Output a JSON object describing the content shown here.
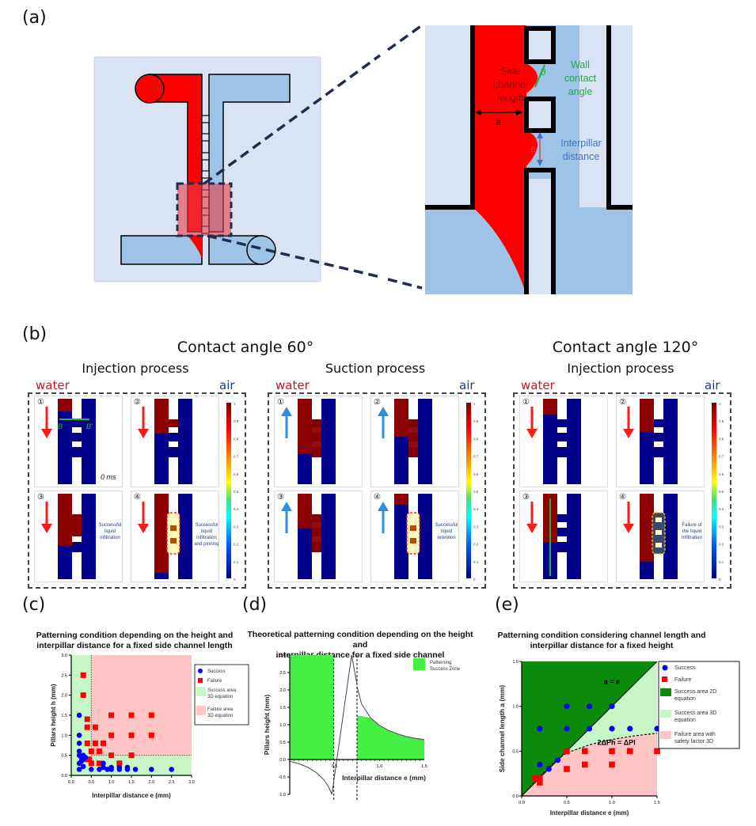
{
  "panels": {
    "a": {
      "label": "(a)",
      "zoom_labels": {
        "side_channel": [
          "Side",
          "channel",
          "length"
        ],
        "a_symbol": "a",
        "theta_symbol": "θ",
        "wall_contact": [
          "Wall",
          "contact",
          "angle"
        ],
        "e_symbol": "e",
        "interpillar": [
          "Interpillar",
          "distance"
        ]
      },
      "colors": {
        "liquid": "#ff0000",
        "channel": "#9dc3e6",
        "background": "#dae3f3",
        "wall_angle": "#22aa44",
        "interpillar": "#4472c4"
      }
    },
    "b": {
      "label": "(b)",
      "group_titles": [
        "Contact angle 60°",
        "Contact angle 120°"
      ],
      "blocks": [
        {
          "process": "Injection process",
          "left": "water",
          "right": "air",
          "arrow": "down",
          "frames": [
            {
              "num": "①",
              "note": "",
              "time": "0 ms",
              "line_labels": [
                "B",
                "B'"
              ]
            },
            {
              "num": "②",
              "note": ""
            },
            {
              "num": "③",
              "note": "Successful liquid infiltration"
            },
            {
              "num": "④",
              "note": "Successful liquid infiltration and pinning"
            }
          ]
        },
        {
          "process": "Suction process",
          "left": "water",
          "right": "air",
          "arrow": "up",
          "frames": [
            {
              "num": "①",
              "note": ""
            },
            {
              "num": "②",
              "note": ""
            },
            {
              "num": "③",
              "note": ""
            },
            {
              "num": "④",
              "note": "Successful liquid retention"
            }
          ]
        },
        {
          "process": "Injection process",
          "left": "water",
          "right": "air",
          "arrow": "down",
          "frames": [
            {
              "num": "①",
              "note": ""
            },
            {
              "num": "②",
              "note": ""
            },
            {
              "num": "③",
              "note": ""
            },
            {
              "num": "④",
              "note": "Failure of the liquid infiltration"
            }
          ]
        }
      ],
      "colorbar_ticks": [
        "1",
        "0.9",
        "0.8",
        "0.7",
        "0.6",
        "0.5",
        "0.4",
        "0.3",
        "0.2",
        "0.1",
        "0"
      ]
    },
    "c": {
      "label": "(c)"
    },
    "d": {
      "label": "(d)"
    },
    "e": {
      "label": "(e)"
    }
  },
  "chart_data": [
    {
      "id": "c",
      "type": "scatter",
      "title": "Patterning condition depending on the height and interpillar distance for a fixed side channel length",
      "title_lines": [
        "Patterning condition depending on the height and",
        "interpillar distance for a fixed side channel length"
      ],
      "xlabel": "Interpillar distance e (mm)",
      "ylabel": "Pillars height h (mm)",
      "xlim": [
        0,
        3
      ],
      "ylim": [
        0,
        3
      ],
      "xticks": [
        "0.0",
        "0.5",
        "1.0",
        "1.5",
        "2.0",
        "2.5",
        "3.0"
      ],
      "yticks": [
        "0.0",
        "0.5",
        "1.0",
        "1.5",
        "2.0",
        "2.5",
        "3.0"
      ],
      "regions": [
        {
          "name": "Success area 3D equation",
          "color": "#c6f5c6",
          "description": "e < 0.5 or h < 0.5"
        },
        {
          "name": "Failure area 3D equation",
          "color": "#ffc4c4",
          "description": "e >= 0.5 and h >= 0.5"
        }
      ],
      "thresholds": {
        "e": 0.5,
        "h": 0.5
      },
      "legend_position": "right",
      "series": [
        {
          "name": "Success",
          "marker": "circle",
          "color": "#0000ff",
          "points": [
            [
              0.2,
              1.5
            ],
            [
              0.2,
              1.0
            ],
            [
              0.2,
              0.8
            ],
            [
              0.2,
              0.6
            ],
            [
              0.2,
              0.5
            ],
            [
              0.2,
              0.3
            ],
            [
              0.2,
              0.15
            ],
            [
              0.25,
              0.45
            ],
            [
              0.25,
              0.35
            ],
            [
              0.3,
              0.5
            ],
            [
              0.3,
              0.4
            ],
            [
              0.3,
              0.22
            ],
            [
              0.35,
              0.45
            ],
            [
              0.5,
              0.15
            ],
            [
              0.7,
              0.15
            ],
            [
              0.8,
              0.3
            ],
            [
              0.8,
              0.2
            ],
            [
              0.9,
              0.15
            ],
            [
              1.0,
              0.2
            ],
            [
              1.0,
              0.15
            ],
            [
              1.2,
              0.2
            ],
            [
              1.2,
              0.15
            ],
            [
              1.4,
              0.2
            ],
            [
              1.4,
              0.15
            ],
            [
              1.6,
              0.15
            ],
            [
              2.0,
              0.15
            ],
            [
              2.5,
              0.15
            ]
          ]
        },
        {
          "name": "Failure",
          "marker": "square",
          "color": "#ff0000",
          "points": [
            [
              0.3,
              2.5
            ],
            [
              0.3,
              2.0
            ],
            [
              0.4,
              1.4
            ],
            [
              0.4,
              1.2
            ],
            [
              0.4,
              0.8
            ],
            [
              0.4,
              0.4
            ],
            [
              0.45,
              0.4
            ],
            [
              0.5,
              0.6
            ],
            [
              0.5,
              0.3
            ],
            [
              0.6,
              1.2
            ],
            [
              0.6,
              0.8
            ],
            [
              0.7,
              0.6
            ],
            [
              0.7,
              0.3
            ],
            [
              0.8,
              0.8
            ],
            [
              1.0,
              1.5
            ],
            [
              1.0,
              1.0
            ],
            [
              1.0,
              0.5
            ],
            [
              1.2,
              0.3
            ],
            [
              1.5,
              1.5
            ],
            [
              1.5,
              1.0
            ],
            [
              1.5,
              0.5
            ],
            [
              2.0,
              1.5
            ],
            [
              2.0,
              1.0
            ]
          ]
        }
      ],
      "legend": [
        {
          "label": "Success",
          "kind": "circle",
          "color": "#0000ff"
        },
        {
          "label": "Failure",
          "kind": "square",
          "color": "#ff0000"
        },
        {
          "label": "Success area 3D equation",
          "kind": "area",
          "color": "#c6f5c6"
        },
        {
          "label": "Failure area 3D equation",
          "kind": "area",
          "color": "#ffc4c4"
        }
      ]
    },
    {
      "id": "d",
      "type": "line",
      "title": "Theoretical patterning condition depending on the height and interpillar distance for a fixed side channel",
      "title_lines": [
        "Theoretical patterning condition depending on the height and",
        "interpillar distance for a fixed side channel"
      ],
      "xlabel": "Interpillar distance e (mm)",
      "ylabel": "Pillars height  (mm)",
      "xlim": [
        0,
        1.5
      ],
      "ylim": [
        -1,
        3
      ],
      "xticks": [
        "0.5",
        "1.0",
        "1.5"
      ],
      "yticks": [
        "-1.0",
        "-0.5",
        "0.0",
        "0.5",
        "1.0",
        "1.5",
        "2.0",
        "2.5",
        "3.0"
      ],
      "asymptotes_x": [
        0.49,
        0.75
      ],
      "zones": [
        {
          "name": "Patterning Success Zone",
          "color": "#44f044",
          "from_x": 0,
          "to_x": 0.49,
          "y_top": 3.0
        },
        {
          "name": "Patterning Success Zone",
          "color": "#44f044",
          "from_x": 0.75,
          "to_x": 1.5,
          "y_top_at_start": 1.27,
          "follows_curve": true
        }
      ],
      "curve_left": {
        "x": [
          0.0,
          0.1,
          0.2,
          0.3,
          0.38,
          0.43,
          0.47
        ],
        "y": [
          -0.05,
          -0.12,
          -0.22,
          -0.38,
          -0.58,
          -0.77,
          -1.0
        ]
      },
      "curve_mid": {
        "x": [
          0.47,
          0.69,
          0.75
        ],
        "y": [
          -1.0,
          3.0,
          2.15
        ]
      },
      "curve_right": {
        "x": [
          0.75,
          0.8,
          0.9,
          1.0,
          1.1,
          1.2,
          1.3,
          1.4,
          1.5
        ],
        "y": [
          2.1,
          1.6,
          1.2,
          0.98,
          0.84,
          0.74,
          0.66,
          0.61,
          0.57
        ]
      },
      "legend": [
        {
          "label": "Patterning Success Zone",
          "kind": "area",
          "color": "#44f044"
        }
      ],
      "legend_position": "top-right"
    },
    {
      "id": "e",
      "type": "scatter",
      "title": "Patterning condition considering channel length and interpillar distance for a fixed height",
      "title_lines": [
        "Patterning condition considering channel length and",
        "interpillar distance for a fixed height"
      ],
      "xlabel": "Interpillar distance e (mm)",
      "ylabel": "Side channel length a (mm)",
      "xlim": [
        0,
        1.5
      ],
      "ylim": [
        0,
        1.5
      ],
      "xticks": [
        "0.0",
        "0.5",
        "1.0",
        "1.5"
      ],
      "yticks": [
        "0.0",
        "0.5",
        "1.0",
        "1.5"
      ],
      "annotations": [
        {
          "text": "a = e",
          "x": 1.0,
          "y": 1.25
        },
        {
          "text": "2ΔPh = ΔPl",
          "x": 1.05,
          "y": 0.57
        }
      ],
      "curve_dashed": {
        "x": [
          0.0,
          0.1,
          0.2,
          0.3,
          0.4,
          0.5,
          0.75,
          1.0,
          1.25,
          1.5
        ],
        "y": [
          0.0,
          0.11,
          0.22,
          0.32,
          0.41,
          0.48,
          0.57,
          0.63,
          0.67,
          0.7
        ]
      },
      "series": [
        {
          "name": "Success",
          "marker": "circle",
          "color": "#0000ff",
          "points": [
            [
              0.2,
              0.75
            ],
            [
              0.2,
              0.35
            ],
            [
              0.3,
              0.3
            ],
            [
              0.4,
              0.4
            ],
            [
              0.5,
              1.0
            ],
            [
              0.5,
              0.75
            ],
            [
              0.75,
              1.0
            ],
            [
              0.75,
              0.75
            ],
            [
              1.0,
              1.0
            ],
            [
              1.0,
              0.75
            ],
            [
              1.2,
              0.75
            ],
            [
              1.5,
              0.75
            ]
          ]
        },
        {
          "name": "Failure",
          "marker": "square",
          "color": "#ff0000",
          "points": [
            [
              0.15,
              0.2
            ],
            [
              0.2,
              0.2
            ],
            [
              0.2,
              0.15
            ],
            [
              0.5,
              0.5
            ],
            [
              0.5,
              0.3
            ],
            [
              0.7,
              0.5
            ],
            [
              0.7,
              0.35
            ],
            [
              1.0,
              0.5
            ],
            [
              1.0,
              0.35
            ],
            [
              1.2,
              0.5
            ],
            [
              1.5,
              0.5
            ]
          ]
        }
      ],
      "legend": [
        {
          "label": "Success",
          "kind": "circle",
          "color": "#0000ff"
        },
        {
          "label": "Failure",
          "kind": "square",
          "color": "#ff0000"
        },
        {
          "label": "Success area 2D equation",
          "kind": "area",
          "color": "#0b8a0b"
        },
        {
          "label": "Success area 3D equation",
          "kind": "area",
          "color": "#c6f5c6"
        },
        {
          "label": "Failure area with safety factor 3D",
          "kind": "area",
          "color": "#ffc4c4"
        }
      ],
      "legend_position": "right"
    }
  ]
}
